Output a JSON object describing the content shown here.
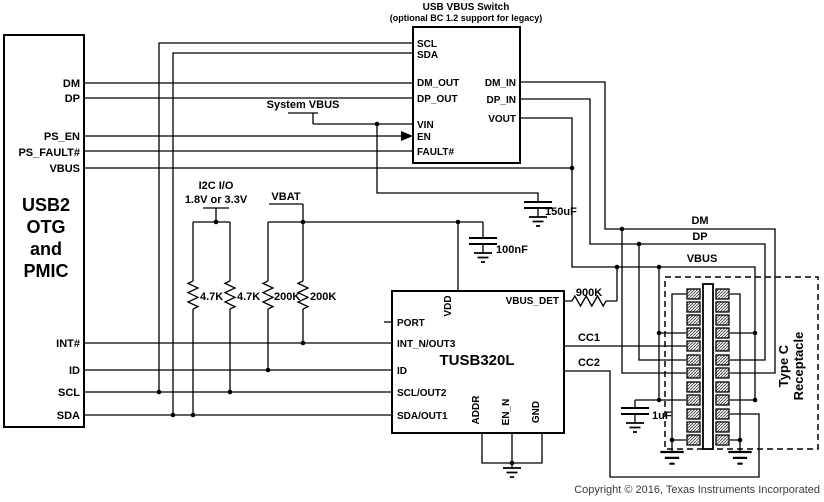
{
  "pmic": {
    "title_lines": [
      "USB2",
      "OTG",
      "and",
      "PMIC"
    ],
    "pins": [
      "DM",
      "DP",
      "PS_EN",
      "PS_FAULT#",
      "VBUS",
      "INT#",
      "ID",
      "SCL",
      "SDA"
    ]
  },
  "vbus_switch": {
    "title": "USB VBUS Switch",
    "subtitle": "(optional BC 1.2 support for legacy)",
    "left_pins": [
      "SCL",
      "SDA",
      "DM_OUT",
      "DP_OUT",
      "VIN",
      "EN",
      "FAULT#"
    ],
    "right_pins": [
      "DM_IN",
      "DP_IN",
      "VOUT"
    ]
  },
  "tusb": {
    "name": "TUSB320L",
    "left_pins": [
      "PORT",
      "INT_N/OUT3",
      "ID",
      "SCL/OUT2",
      "SDA/OUT1"
    ],
    "top_pin": "VDD",
    "right_pins": [
      "VBUS_DET",
      "CC1",
      "CC2"
    ],
    "bottom_pins": [
      "ADDR",
      "EN_N",
      "GND"
    ]
  },
  "receptacle": {
    "label_lines": [
      "Type C",
      "Receptacle"
    ]
  },
  "components": {
    "r_scl": "4.7K",
    "r_sda": "4.7K",
    "r_id": "200K",
    "r_int": "200K",
    "r_vbus_det": "900K",
    "c_vin": "150uF",
    "c_vdd": "100nF",
    "c_vbus": "1uF"
  },
  "nets": {
    "i2c_rail_line1": "I2C I/O",
    "i2c_rail_line2": "1.8V or 3.3V",
    "vbat": "VBAT",
    "system_vbus": "System VBUS",
    "dm": "DM",
    "dp": "DP",
    "vbus": "VBUS"
  },
  "colors": {
    "ink": "#000000",
    "background": "#ffffff",
    "copyright_text": "#3b3b3b"
  },
  "footer": {
    "copyright": "Copyright © 2016, Texas Instruments Incorporated"
  }
}
